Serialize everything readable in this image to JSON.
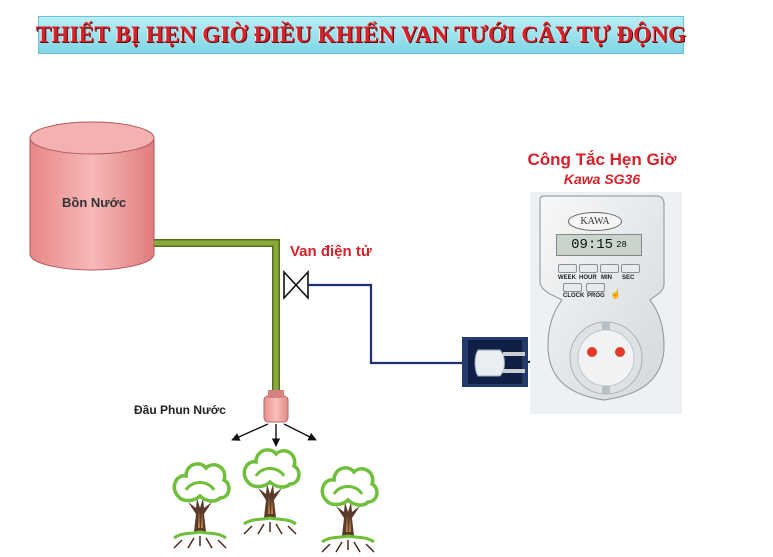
{
  "title": "THIẾT BỊ HẸN GIỜ ĐIỀU KHIỂN VAN TƯỚI CÂY TỰ ĐỘNG",
  "tank": {
    "label": "Bồn Nước"
  },
  "valve": {
    "label": "Van điện tử"
  },
  "nozzle": {
    "label": "Đầu Phun Nước"
  },
  "timer": {
    "title": "Công Tắc Hẹn Giờ",
    "model": "Kawa SG36",
    "brand": "KAWA",
    "display": {
      "main": "09:15",
      "seconds": "28"
    },
    "keys_top": [
      "WEEK",
      "HOUR",
      "MIN",
      "SEC"
    ],
    "keys_bottom": [
      "CLOCK",
      "PROG"
    ]
  },
  "colors": {
    "title_red": "#d5222b",
    "label_red": "#d8202a",
    "pipe_green": "#6d8a2c",
    "wire_blue": "#1f2f7a",
    "tank_pink": "#f2a5a5"
  },
  "icons": [
    "water-tank",
    "solenoid-valve-symbol",
    "plug",
    "timer-socket",
    "spray-nozzle",
    "tree-icon"
  ]
}
